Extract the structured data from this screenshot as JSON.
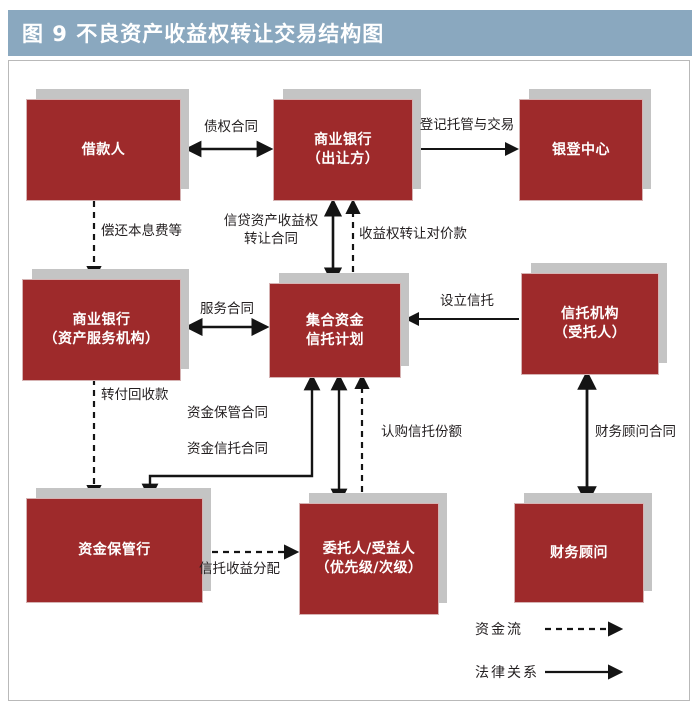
{
  "header": {
    "figure_label": "图 9",
    "title": "不良资产收益权转让交易结构图",
    "full_title": "图 9    不良资产收益权转让交易结构图",
    "bar_color": "#8aa8bf"
  },
  "theme": {
    "node_fill": "#9e2a2b",
    "node_shadow": "#c4c4c4",
    "text_on_node": "#ffffff",
    "label_color": "#231f20",
    "frame_border": "#b9b9b9"
  },
  "nodes": [
    {
      "id": "borrower",
      "label_lines": [
        "借款人"
      ]
    },
    {
      "id": "bank-transferor",
      "label_lines": [
        "商业银行",
        "（出让方）"
      ]
    },
    {
      "id": "yindeng-center",
      "label_lines": [
        "银登中心"
      ]
    },
    {
      "id": "bank-servicer",
      "label_lines": [
        "商业银行",
        "（资产服务机构）"
      ]
    },
    {
      "id": "trust-plan",
      "label_lines": [
        "集合资金",
        "信托计划"
      ]
    },
    {
      "id": "trust-company",
      "label_lines": [
        "信托机构",
        "（受托人）"
      ]
    },
    {
      "id": "fund-custodian",
      "label_lines": [
        "资金保管行"
      ]
    },
    {
      "id": "beneficiary",
      "label_lines": [
        "委托人/受益人",
        "（优先级/次级）"
      ]
    },
    {
      "id": "financial-advisor",
      "label_lines": [
        "财务顾问"
      ]
    }
  ],
  "edge_labels": {
    "claim_contract": "债权合同",
    "registration_custody_trade": "登记托管与交易",
    "repay_principal_interest": "偿还本息费等",
    "credit_asset_right_transfer": "信贷资产收益权\n转让合同",
    "credit_asset_right_transfer_l1": "信贷资产收益权",
    "credit_asset_right_transfer_l2": "转让合同",
    "right_transfer_consideration": "收益权转让对价款",
    "service_contract": "服务合同",
    "establish_trust": "设立信托",
    "forward_recovery": "转付回收款",
    "fund_custody_contract": "资金保管合同",
    "fund_trust_contract": "资金信托合同",
    "subscribe_trust_units": "认购信托份额",
    "financial_advisor_contract": "财务顾问合同",
    "trust_income_distribution": "信托收益分配"
  },
  "legend": [
    {
      "id": "fund-flow",
      "label": "资金流",
      "line": "dashed"
    },
    {
      "id": "legal-relation",
      "label": "法律关系",
      "line": "solid"
    }
  ]
}
